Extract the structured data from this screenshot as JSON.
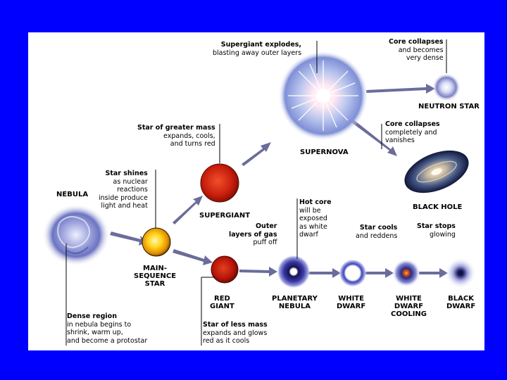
{
  "stages": {
    "nebula": "NEBULA",
    "main_sequence": [
      "MAIN-",
      "SEQUENCE",
      "STAR"
    ],
    "supergiant": "SUPERGIANT",
    "supernova": "SUPERNOVA",
    "neutron_star": "NEUTRON STAR",
    "black_hole": "BLACK HOLE",
    "red_giant": [
      "RED",
      "GIANT"
    ],
    "planetary_nebula": [
      "PLANETARY",
      "NEBULA"
    ],
    "white_dwarf": [
      "WHITE",
      "DWARF"
    ],
    "white_dwarf_cooling": [
      "WHITE",
      "DWARF",
      "COOLING"
    ],
    "black_dwarf": [
      "BLACK",
      "DWARF"
    ]
  },
  "notes": {
    "supergiant_explodes": {
      "title": "Supergiant explodes,",
      "lines": [
        "blasting away outer layers"
      ]
    },
    "neutron_core": {
      "title": "Core collapses",
      "lines": [
        "and becomes",
        "very dense"
      ]
    },
    "greater_mass": {
      "title": "Star of greater mass",
      "lines": [
        "expands, cools,",
        "and turns red"
      ]
    },
    "blackhole_core": {
      "title": "Core collapses",
      "lines": [
        "completely and",
        "vanishes"
      ]
    },
    "star_shines": {
      "title": "Star shines",
      "lines": [
        "as nuclear",
        "reactions",
        "inside produce",
        "light and heat"
      ]
    },
    "hot_core": {
      "title": "Hot core",
      "lines": [
        "will be",
        "exposed",
        "as white",
        "dwarf"
      ]
    },
    "outer_layers": {
      "title": "Outer",
      "title2": "layers of gas",
      "lines": [
        "puff off"
      ]
    },
    "star_cools": {
      "title": "Star cools",
      "lines": [
        "and reddens"
      ]
    },
    "star_stops": {
      "title": "Star stops",
      "lines": [
        "glowing"
      ]
    },
    "dense_region": {
      "title": "Dense region",
      "lines": [
        "in nebula begins to",
        "shrink, warm up,",
        "and become a protostar"
      ]
    },
    "less_mass": {
      "title": "Star of less mass",
      "lines": [
        "expands and glows",
        "red as it cools"
      ]
    }
  },
  "colors": {
    "background": "#0000ff",
    "panel": "#ffffff",
    "arrow": "#6a6d9a",
    "leader": "#000000"
  }
}
